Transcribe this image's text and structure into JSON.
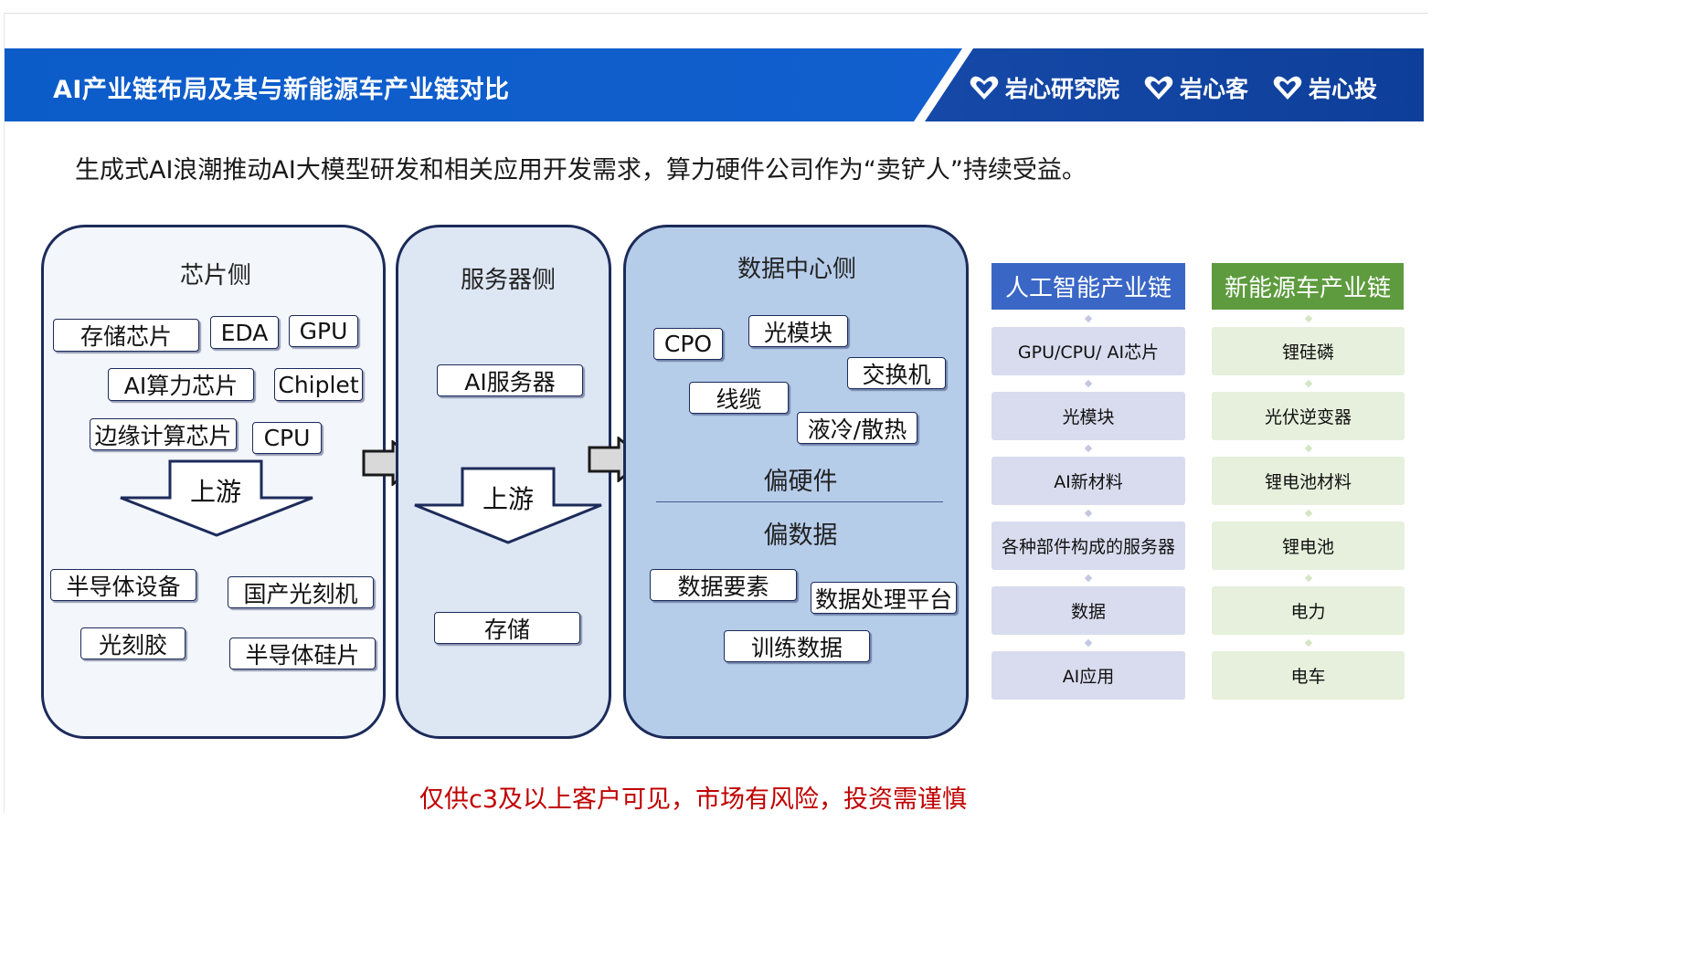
{
  "header": {
    "title": "AI产业链布局及其与新能源车产业链对比",
    "logos": [
      "岩心研究院",
      "岩心客",
      "岩心投"
    ]
  },
  "subtitle": "生成式AI浪潮推动AI大模型研发和相关应用开发需求，算力硬件公司作为“卖铲人”持续受益。",
  "chip_panel": {
    "title": "芯片侧",
    "top_chips": [
      "存储芯片",
      "EDA",
      "GPU",
      "AI算力芯片",
      "Chiplet",
      "边缘计算芯片",
      "CPU"
    ],
    "arrow_label": "上游",
    "bottom_chips": [
      "半导体设备",
      "国产光刻机",
      "光刻胶",
      "半导体硅片"
    ]
  },
  "server_panel": {
    "title": "服务器侧",
    "chips": [
      "AI服务器",
      "存储"
    ],
    "arrow_label": "上游"
  },
  "datacenter_panel": {
    "title": "数据中心侧",
    "hardware_chips": [
      "CPO",
      "光模块",
      "交换机",
      "线缆",
      "液冷/散热"
    ],
    "hardware_label": "偏硬件",
    "data_label": "偏数据",
    "data_chips": [
      "数据要素",
      "数据处理平台",
      "训练数据"
    ]
  },
  "ai_chain": {
    "title": "人工智能产业链",
    "items": [
      "GPU/CPU/ AI芯片",
      "光模块",
      "AI新材料",
      "各种部件构成的服务器",
      "数据",
      "AI应用"
    ]
  },
  "ev_chain": {
    "title": "新能源车产业链",
    "items": [
      "锂硅磷",
      "光伏逆变器",
      "锂电池材料",
      "锂电池",
      "电力",
      "电车"
    ]
  },
  "disclaimer": "仅供c3及以上客户可见，市场有风险，投资需谨慎",
  "colors": {
    "header_blue": "#0b5cc9",
    "header_blue_dark": "#123f9e",
    "panel_border": "#1c2b5a",
    "panel1_bg": "#f3f6fb",
    "panel2_bg": "#dde6f3",
    "panel3_bg": "#b6cdea",
    "ai_head": "#3a67c6",
    "ai_item": "#d9dcee",
    "ev_head": "#5d9b3e",
    "ev_item": "#e6f0dc",
    "disclaimer": "#c00000"
  }
}
